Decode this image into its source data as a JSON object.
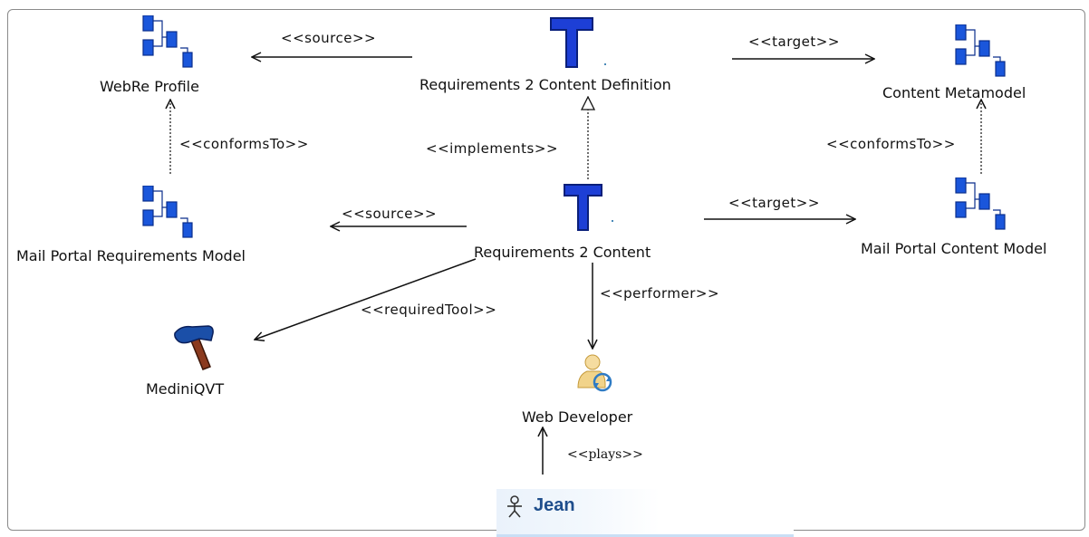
{
  "nodes": {
    "webre_profile": "WebRe Profile",
    "requirements_content_definition": "Requirements 2 Content Definition",
    "content_metamodel": "Content Metamodel",
    "mail_portal_requirements_model": "Mail Portal Requirements Model",
    "requirements_content": "Requirements 2 Content",
    "mail_portal_content_model": "Mail Portal Content Model",
    "medini_qvt": "MediniQVT",
    "web_developer": "Web Developer",
    "jean": "Jean"
  },
  "edges": {
    "source_top": "<<source>>",
    "target_top": "<<target>>",
    "conforms_left": "<<conformsTo>>",
    "implements": "<<implements>>",
    "conforms_right": "<<conformsTo>>",
    "source_mid": "<<source>>",
    "target_mid": "<<target>>",
    "performer": "<<performer>>",
    "required_tool": "<<requiredTool>>",
    "plays": "<<plays>>"
  },
  "colors": {
    "model_icon": "#1a56db",
    "transformation_icon": "#1d3fd6",
    "hammer_head": "#1b4fa8",
    "hammer_handle": "#8b3a1e",
    "jean_text": "#1f4e8c"
  },
  "icons": {
    "model": "model-icon",
    "transformation": "transformation-icon",
    "tool": "hammer-icon",
    "role": "role-icon",
    "person": "person-icon"
  }
}
